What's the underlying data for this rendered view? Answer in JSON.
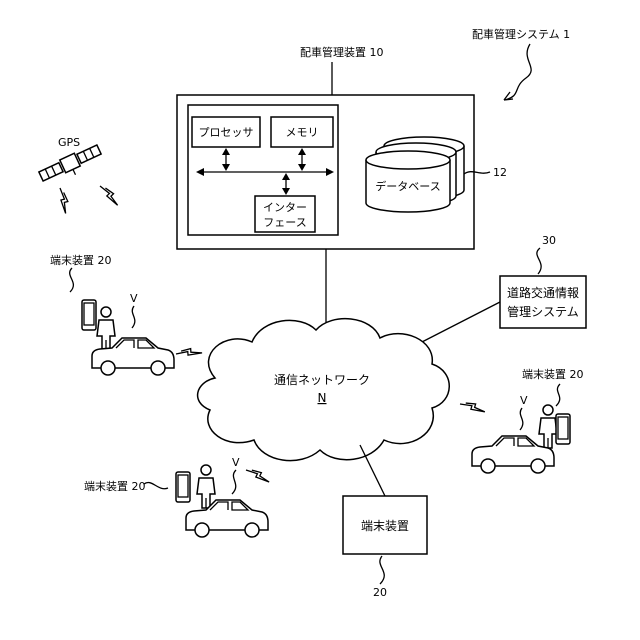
{
  "system": {
    "label": "配車管理システム 1"
  },
  "server": {
    "label": "配車管理装置 10"
  },
  "processor": {
    "label": "プロセッサ"
  },
  "memory": {
    "label": "メモリ"
  },
  "interface": {
    "line1": "インター",
    "line2": "フェース"
  },
  "database": {
    "label": "データベース",
    "ref": "12"
  },
  "gps": {
    "label": "GPS"
  },
  "traffic": {
    "ref": "30",
    "line1": "道路交通情報",
    "line2": "管理システム"
  },
  "network": {
    "label": "通信ネットワーク",
    "ref": "N"
  },
  "terminals": [
    {
      "label": "端末装置 20",
      "user": "V"
    },
    {
      "label": "端末装置 20",
      "user": "V"
    },
    {
      "label": "端末装置 20",
      "user": "V"
    },
    {
      "label": "端末装置",
      "ref": "20"
    }
  ],
  "colors": {
    "stroke": "#000000",
    "background": "#ffffff"
  }
}
